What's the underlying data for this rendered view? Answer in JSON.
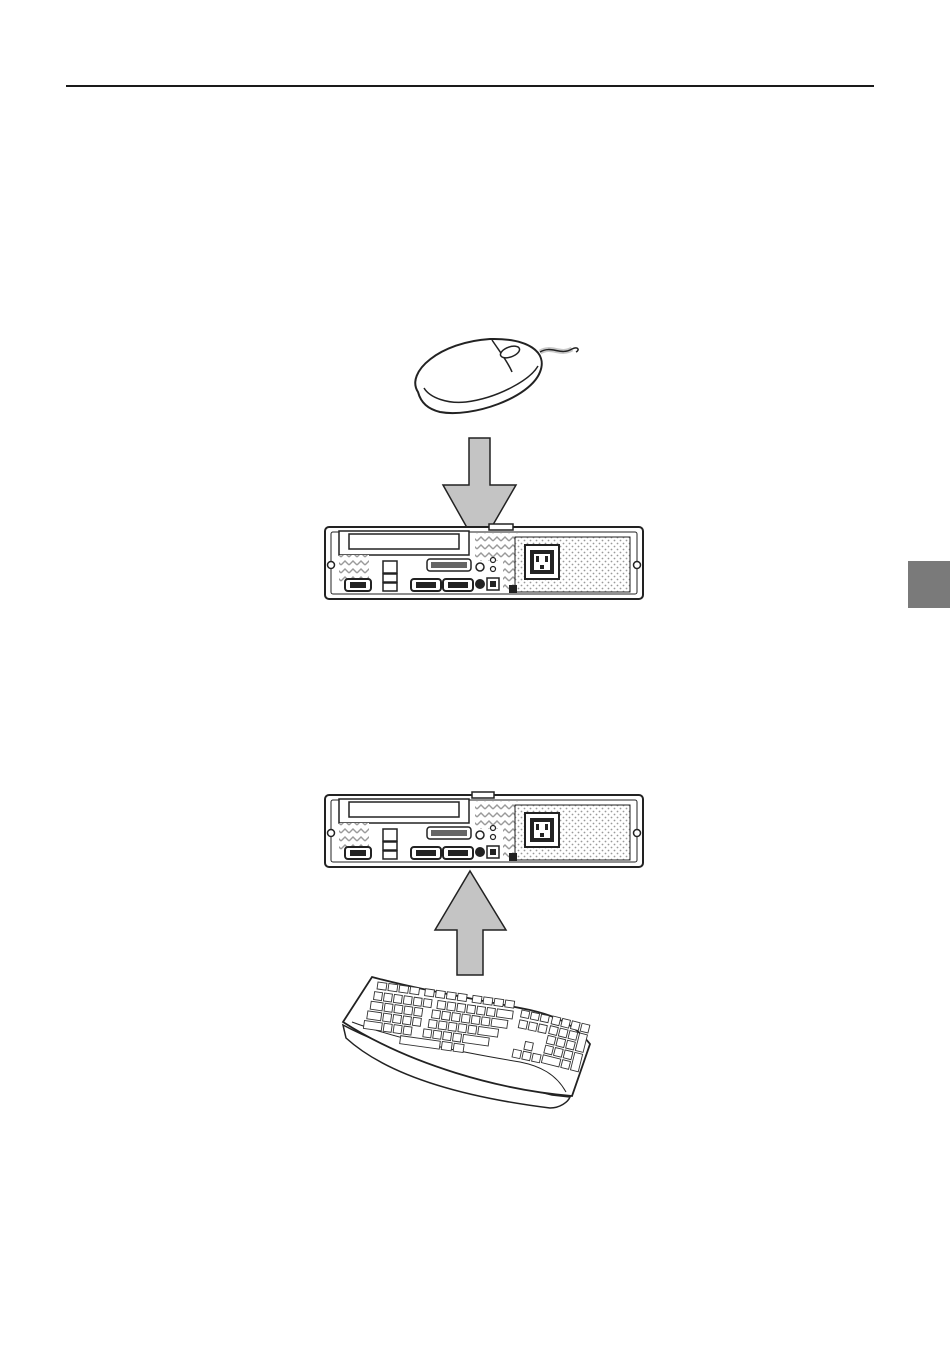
{
  "page": {
    "background": "#ffffff",
    "rule_color": "#1a1a1a",
    "section_tab_color": "#7a7a7a",
    "arrow_fill": "#c4c4c4",
    "line_color": "#222222"
  },
  "figures": [
    {
      "id": "mouse-connection",
      "device": "mouse-icon",
      "arrow": "down-arrow",
      "target": "computer-rear-panel"
    },
    {
      "id": "keyboard-connection",
      "device": "keyboard-icon",
      "arrow": "up-arrow",
      "target": "computer-rear-panel"
    }
  ]
}
